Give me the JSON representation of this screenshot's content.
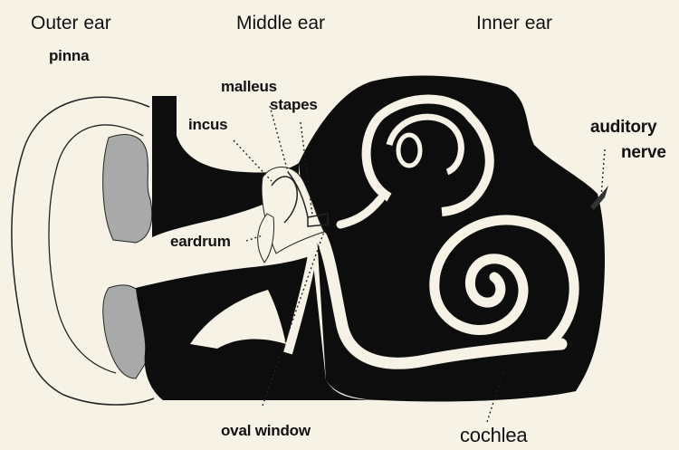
{
  "sections": {
    "outer_ear": "Outer ear",
    "middle_ear": "Middle ear",
    "inner_ear": "Inner ear"
  },
  "labels": {
    "pinna": "pinna",
    "malleus": "malleus",
    "stapes": "stapes",
    "incus": "incus",
    "eardrum": "eardrum",
    "auditory_nerve_line1": "auditory",
    "auditory_nerve_line2": "nerve",
    "oval_window": "oval window",
    "cochlea": "cochlea"
  },
  "colors": {
    "background": "#f6f3e6",
    "tissue": "#0d0d0d",
    "cartilage": "#a9a9a9",
    "channel": "#f6f3e6",
    "outline": "#222222"
  }
}
